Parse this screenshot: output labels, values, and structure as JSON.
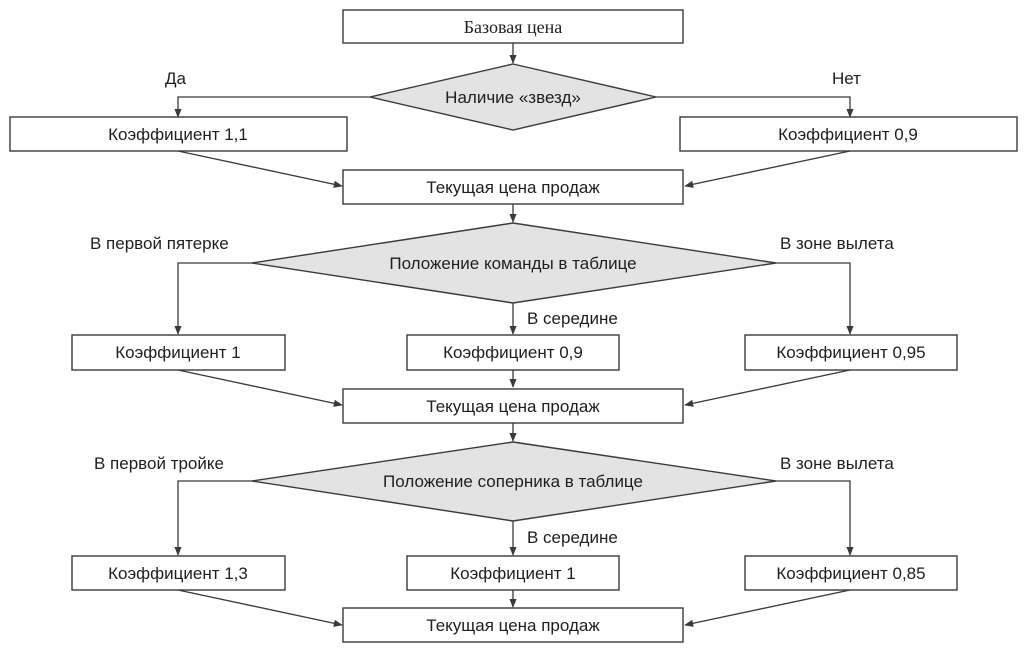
{
  "nodes": {
    "base_price": "Базовая цена",
    "stars_decision": "Наличие «звезд»",
    "coef_yes": "Коэффициент 1,1",
    "coef_no": "Коэффициент 0,9",
    "current_price_1": "Текущая цена продаж",
    "team_position": "Положение команды в таблице",
    "coef_top5": "Коэффициент 1",
    "coef_mid_team": "Коэффициент 0,9",
    "coef_relegation_team": "Коэффициент 0,95",
    "current_price_2": "Текущая цена продаж",
    "rival_position": "Положение соперника в таблице",
    "coef_top3": "Коэффициент 1,3",
    "coef_mid_rival": "Коэффициент 1",
    "coef_relegation_rival": "Коэффициент 0,85",
    "current_price_3": "Текущая цена продаж"
  },
  "edge_labels": {
    "yes": "Да",
    "no": "Нет",
    "top5": "В первой пятерке",
    "mid_team": "В середине",
    "relegation_team": "В зоне вылета",
    "top3": "В первой тройке",
    "mid_rival": "В середине",
    "relegation_rival": "В зоне вылета"
  }
}
